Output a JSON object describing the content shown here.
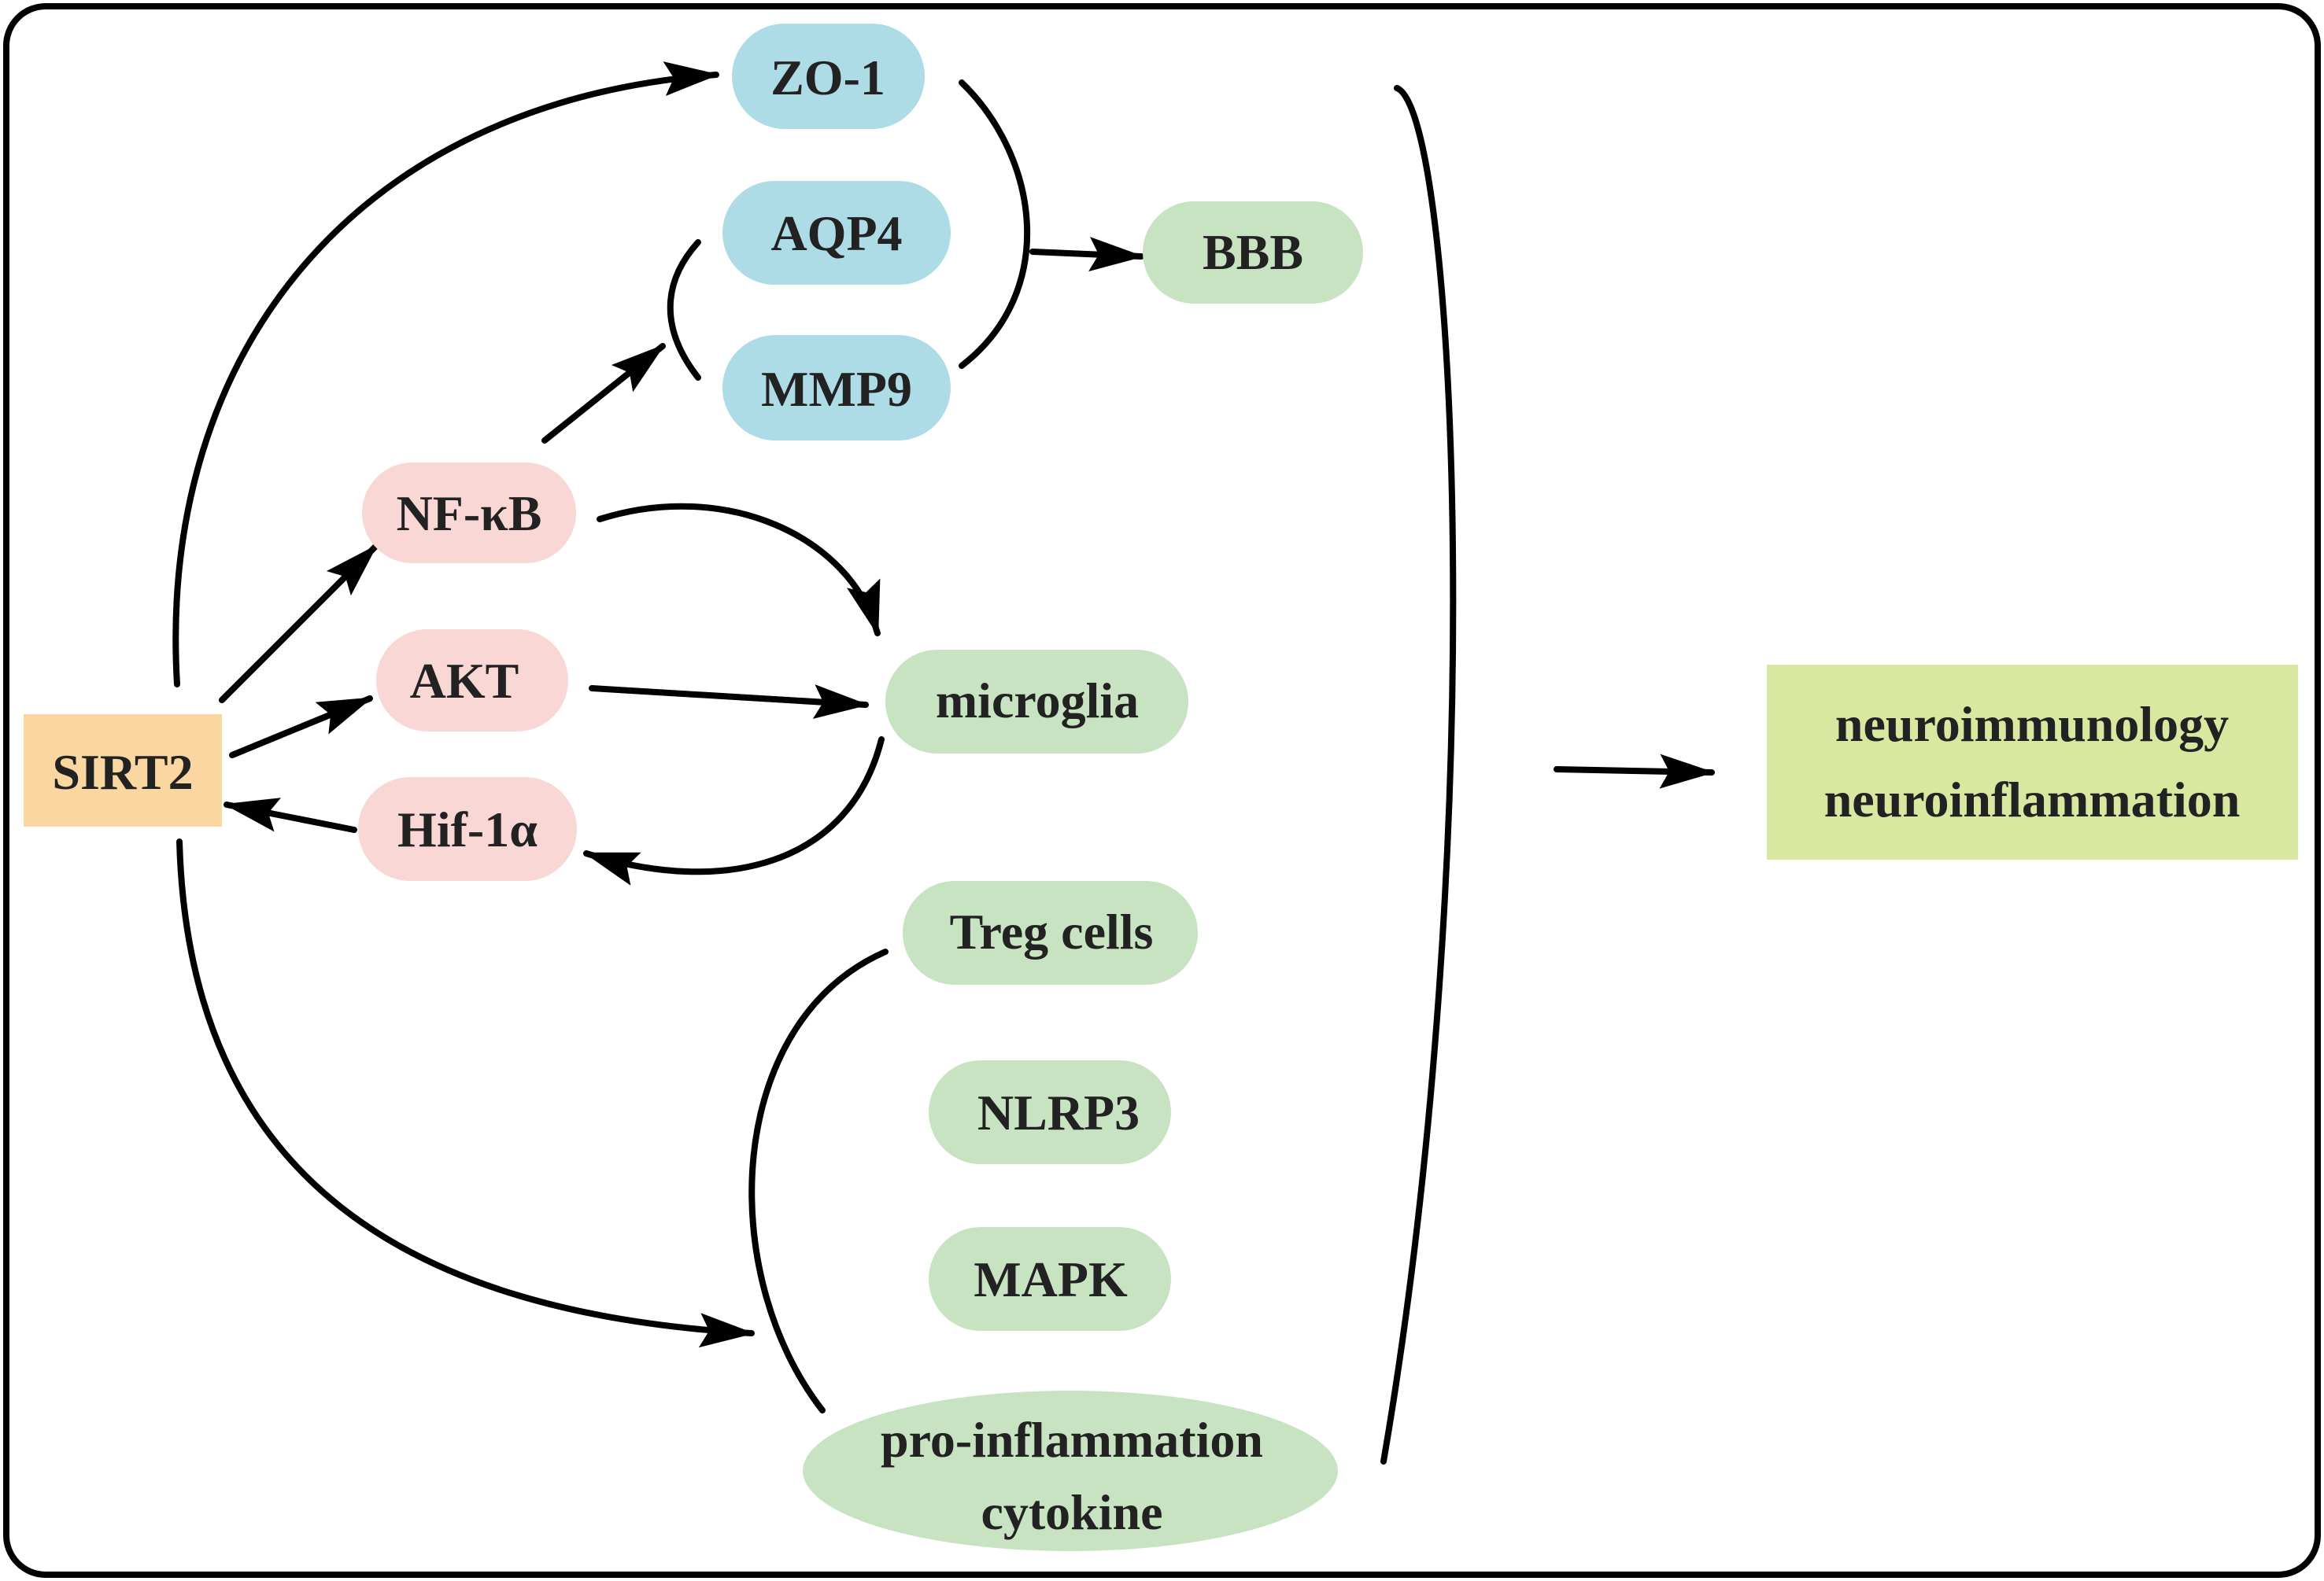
{
  "colors": {
    "sirt2": "#FAD7A0",
    "blue": "#ADDBE6",
    "pink": "#F8D7D4",
    "green": "#C8E3C2",
    "outcome": "#D9E8A1",
    "line": "#000000",
    "text": "#222222"
  },
  "nodes": {
    "sirt2": "SIRT2",
    "zo1": "ZO-1",
    "aqp4": "AQP4",
    "mmp9": "MMP9",
    "bbb": "BBB",
    "nfkb": "NF-κB",
    "akt": "AKT",
    "hif1a": "Hif-1α",
    "microglia": "microglia",
    "treg": "Treg cells",
    "nlrp3": "NLRP3",
    "mapk": "MAPK",
    "cytokine_line1": "pro-inflammation",
    "cytokine_line2": "cytokine",
    "outcome_line1": "neuroimmunology",
    "outcome_line2": "neuroinflammation"
  }
}
